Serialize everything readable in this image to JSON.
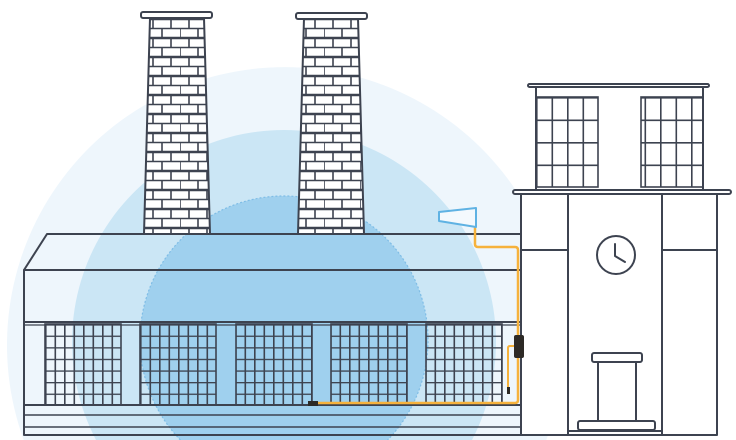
{
  "scene": {
    "subject": "factory-signal-coverage",
    "colors": {
      "outline": "#3d4350",
      "coverage_outer": "#eef6fc",
      "coverage_middle": "#cbe6f5",
      "coverage_inner": "#9fd0ee",
      "cable": "#f6b23c",
      "antenna": "#5fb2e3",
      "booster": "#2d2a26",
      "glass": "#eef6fc"
    },
    "icons": [
      "chimney",
      "factory",
      "antenna",
      "signal-booster",
      "clock",
      "office-building"
    ]
  }
}
